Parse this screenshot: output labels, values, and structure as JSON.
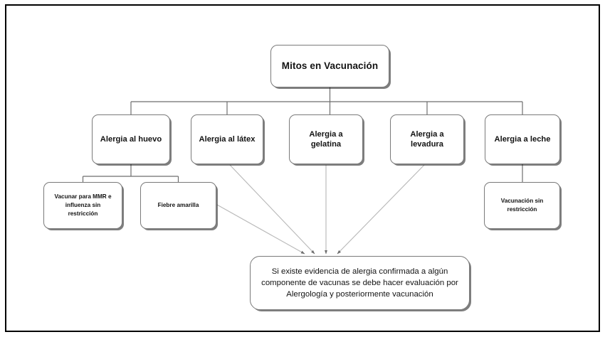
{
  "diagram": {
    "title": "Mitos en Vacunación",
    "root": {
      "id": "root",
      "label": "Mitos en Vacunación"
    },
    "level2": [
      {
        "id": "huevo",
        "label": "Alergia al huevo"
      },
      {
        "id": "latex",
        "label": "Alergia al látex"
      },
      {
        "id": "gelatina",
        "label": "Alergia a\ngelatina"
      },
      {
        "id": "levadura",
        "label": "Alergia a\nlevadura"
      },
      {
        "id": "leche",
        "label": "Alergia a leche"
      }
    ],
    "level3": [
      {
        "id": "mmr",
        "label": "Vacunar para MMR e\ninfluenza sin\nrestricción"
      },
      {
        "id": "fiebre",
        "label": "Fiebre amarilla"
      },
      {
        "id": "vacsinres",
        "label": "Vacunación sin\nrestricción"
      }
    ],
    "note": {
      "id": "nota",
      "label": "Si existe evidencia de alergia confirmada a algún componente de vacunas se debe hacer evaluación por Alergología y posteriormente vacunación"
    },
    "colors": {
      "frame_border": "#000000",
      "node_border": "#7a7a7a",
      "node_fill": "#ffffff",
      "connector": "#8b8b8b",
      "tree_connector": "#6e6e6e",
      "text": "#131313",
      "background": "#ffffff"
    },
    "edges": [
      {
        "from": "root",
        "to": "huevo",
        "style": "orthogonal"
      },
      {
        "from": "root",
        "to": "latex",
        "style": "orthogonal"
      },
      {
        "from": "root",
        "to": "gelatina",
        "style": "orthogonal"
      },
      {
        "from": "root",
        "to": "levadura",
        "style": "orthogonal"
      },
      {
        "from": "root",
        "to": "leche",
        "style": "orthogonal"
      },
      {
        "from": "huevo",
        "to": "mmr",
        "style": "orthogonal"
      },
      {
        "from": "huevo",
        "to": "fiebre",
        "style": "orthogonal"
      },
      {
        "from": "leche",
        "to": "vacsinres",
        "style": "orthogonal"
      },
      {
        "from": "fiebre",
        "to": "nota",
        "style": "diagonal-arrow"
      },
      {
        "from": "latex",
        "to": "nota",
        "style": "diagonal-arrow"
      },
      {
        "from": "gelatina",
        "to": "nota",
        "style": "diagonal-arrow"
      },
      {
        "from": "levadura",
        "to": "nota",
        "style": "diagonal-arrow"
      }
    ]
  }
}
